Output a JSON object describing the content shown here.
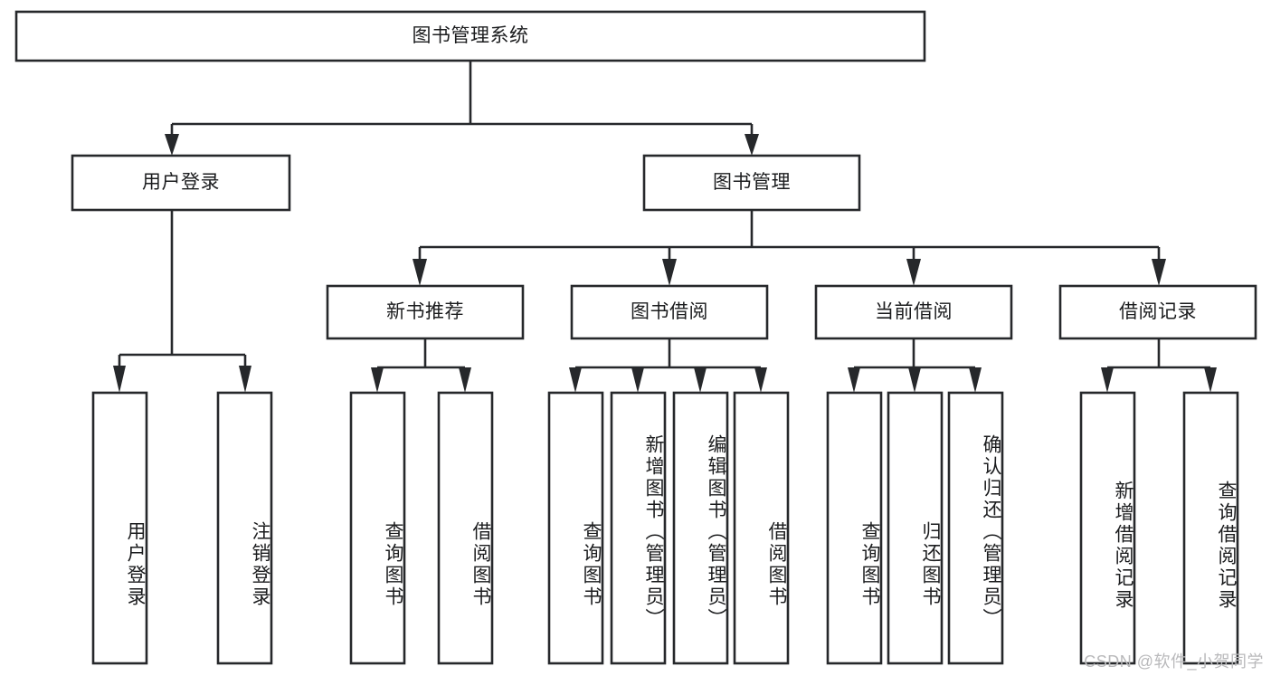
{
  "diagram": {
    "title": "图书管理系统",
    "type": "tree",
    "watermark": "CSDN @软件_小贺同学",
    "colors": {
      "stroke": "#26282b",
      "fill": "#ffffff",
      "text": "#1b1c1e",
      "watermark": "#b9b9bb",
      "background": "#ffffff"
    },
    "levels": {
      "root": {
        "label": "图书管理系统"
      },
      "level2": [
        {
          "label": "用户登录"
        },
        {
          "label": "图书管理"
        }
      ],
      "level3": [
        {
          "label": "新书推荐"
        },
        {
          "label": "图书借阅"
        },
        {
          "label": "当前借阅"
        },
        {
          "label": "借阅记录"
        }
      ],
      "leaves": [
        {
          "label": "用户登录",
          "parent": "用户登录"
        },
        {
          "label": "注销登录",
          "parent": "用户登录"
        },
        {
          "label": "查询图书",
          "parent": "新书推荐"
        },
        {
          "label": "借阅图书",
          "parent": "新书推荐"
        },
        {
          "label": "查询图书",
          "parent": "图书借阅"
        },
        {
          "label": "新增图书（管理员）",
          "parent": "图书借阅"
        },
        {
          "label": "编辑图书（管理员）",
          "parent": "图书借阅"
        },
        {
          "label": "借阅图书",
          "parent": "图书借阅"
        },
        {
          "label": "查询图书",
          "parent": "当前借阅"
        },
        {
          "label": "归还图书",
          "parent": "当前借阅"
        },
        {
          "label": "确认归还（管理员）",
          "parent": "当前借阅"
        },
        {
          "label": "新增借阅记录",
          "parent": "借阅记录"
        },
        {
          "label": "查询借阅记录",
          "parent": "借阅记录"
        }
      ]
    }
  }
}
